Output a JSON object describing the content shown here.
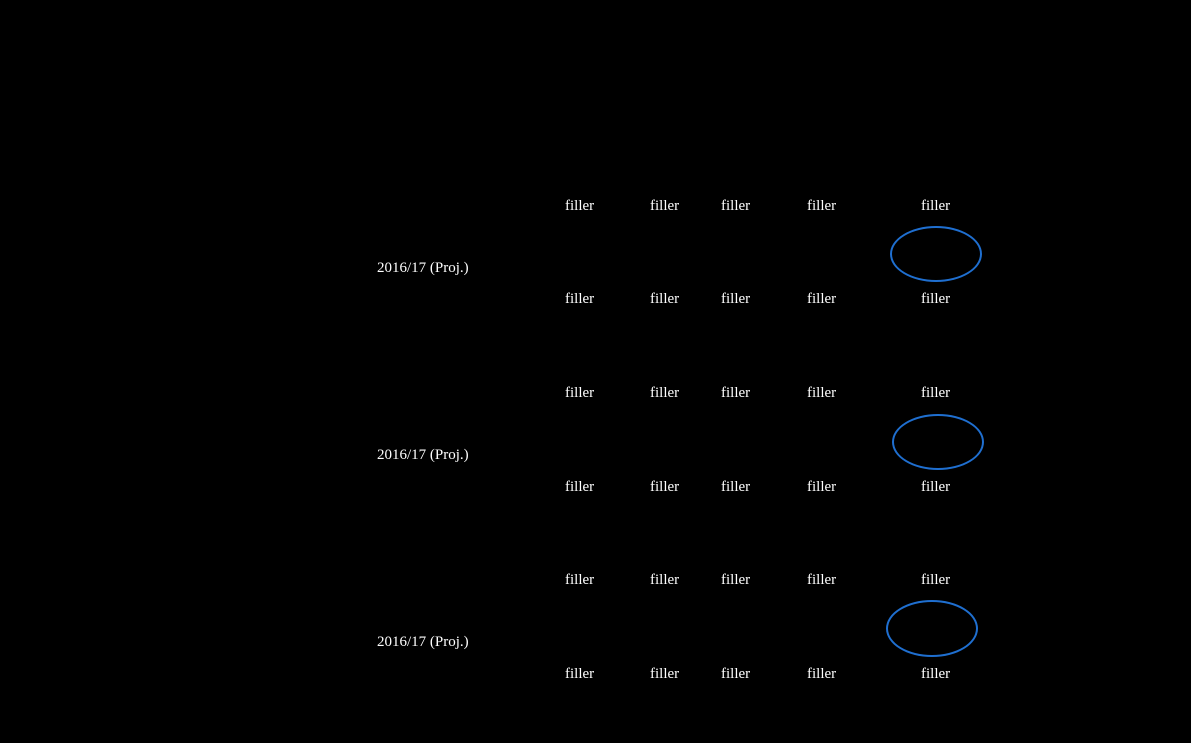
{
  "page": {
    "background": "#000000",
    "text_color": "#ffffff",
    "highlight_color": "#1f6fd0"
  },
  "sections": [
    {
      "label": "2016/17 (Proj.)",
      "top_row": [
        "filler",
        "filler",
        "filler",
        "filler",
        "filler"
      ],
      "bottom_row": [
        "filler",
        "filler",
        "filler",
        "filler",
        "filler"
      ],
      "highlight": "ellipse-around-last-column"
    },
    {
      "label": "2016/17 (Proj.)",
      "top_row": [
        "filler",
        "filler",
        "filler",
        "filler",
        "filler"
      ],
      "bottom_row": [
        "filler",
        "filler",
        "filler",
        "filler",
        "filler"
      ],
      "highlight": "ellipse-around-last-column"
    },
    {
      "label": "2016/17 (Proj.)",
      "top_row": [
        "filler",
        "filler",
        "filler",
        "filler",
        "filler"
      ],
      "bottom_row": [
        "filler",
        "filler",
        "filler",
        "filler",
        "filler"
      ],
      "highlight": "ellipse-around-last-column"
    }
  ]
}
